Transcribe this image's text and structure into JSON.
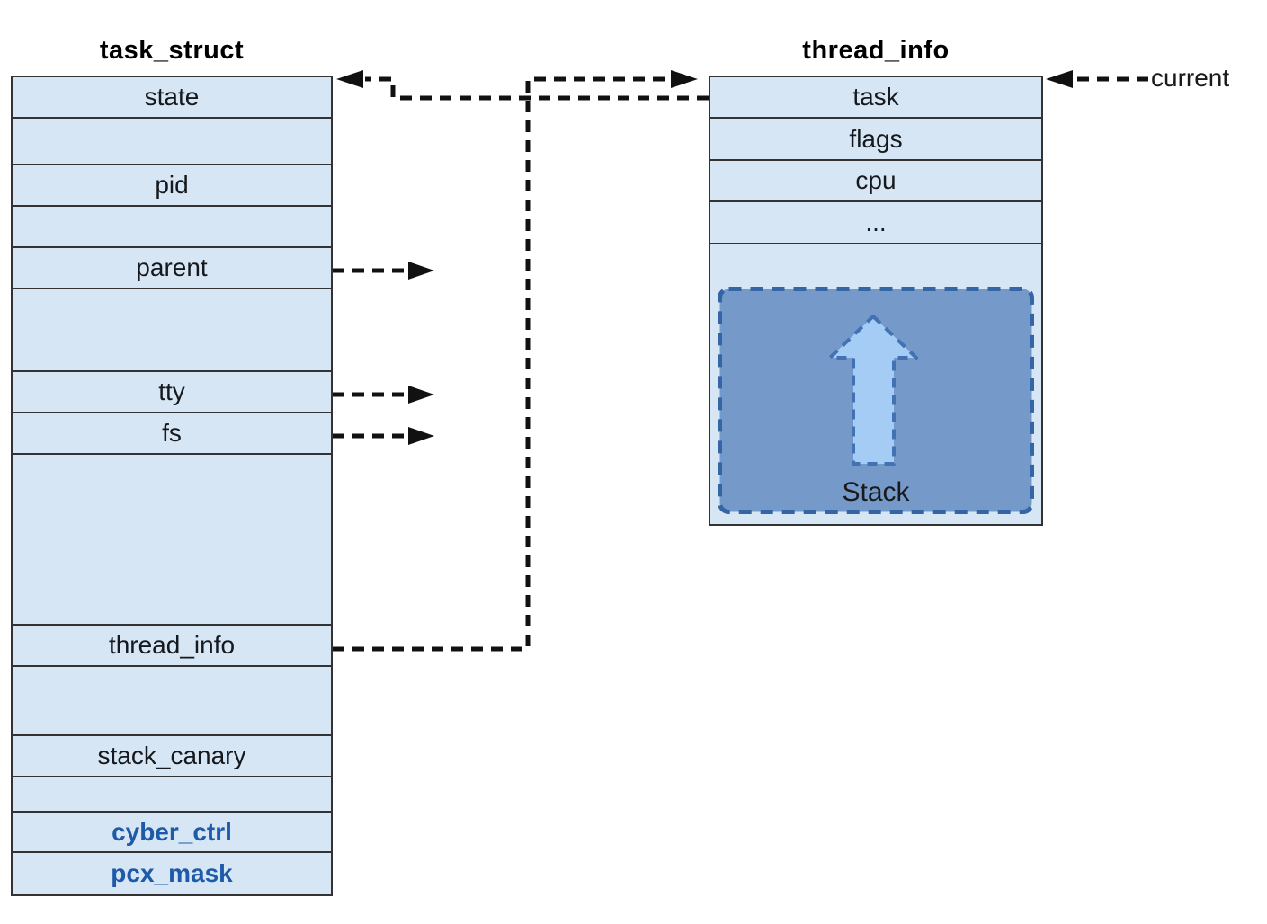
{
  "colors": {
    "cell-fill": "#d6e6f4",
    "stack-fill": "#7599c9",
    "stack-arrow-fill": "#a5ccf4",
    "stack-border": "#3465a4",
    "accent-text": "#1e5aa8",
    "line": "#111111",
    "box-border": "#333333"
  },
  "left_box": {
    "title": "task_struct",
    "rows": [
      {
        "label": "state",
        "h": 46
      },
      {
        "label": "",
        "h": 52
      },
      {
        "label": "pid",
        "h": 46
      },
      {
        "label": "",
        "h": 46
      },
      {
        "label": "parent",
        "h": 46
      },
      {
        "label": "",
        "h": 92
      },
      {
        "label": "tty",
        "h": 46
      },
      {
        "label": "fs",
        "h": 46
      },
      {
        "label": "",
        "h": 190
      },
      {
        "label": "thread_info",
        "h": 46
      },
      {
        "label": "",
        "h": 77
      },
      {
        "label": "stack_canary",
        "h": 46
      },
      {
        "label": "",
        "h": 39
      },
      {
        "label": "cyber_ctrl",
        "h": 45,
        "bold": true
      },
      {
        "label": "pcx_mask",
        "h": 46,
        "bold": true
      }
    ]
  },
  "right_box": {
    "title": "thread_info",
    "rows": [
      {
        "label": "task",
        "h": 46
      },
      {
        "label": "flags",
        "h": 47
      },
      {
        "label": "cpu",
        "h": 46
      },
      {
        "label": "...",
        "h": 47
      },
      {
        "label": "",
        "h": 25
      }
    ],
    "stack_label": "Stack"
  },
  "annotations": {
    "current": "current"
  }
}
